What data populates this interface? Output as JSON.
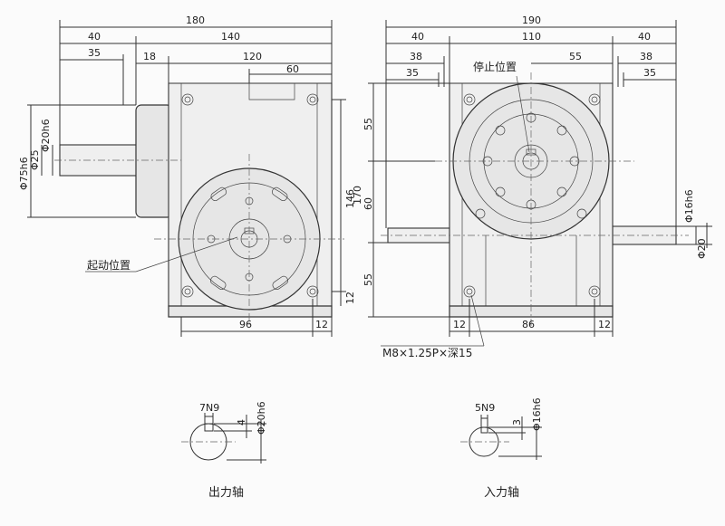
{
  "left_view": {
    "dims_top": [
      "180",
      "140",
      "40",
      "120",
      "35",
      "18",
      "60"
    ],
    "dims_left": [
      "Φ75h6",
      "Φ25",
      "Φ20h6"
    ],
    "dims_right": [
      "146",
      "12"
    ],
    "dims_bottom": [
      "96",
      "12"
    ],
    "label_start": "起动位置"
  },
  "right_view": {
    "dims_top": [
      "190",
      "40",
      "110",
      "40",
      "38",
      "55",
      "38",
      "35",
      "35"
    ],
    "dims_left": [
      "55",
      "170",
      "60",
      "55"
    ],
    "dims_right": [
      "Φ16h6",
      "Φ20"
    ],
    "dims_bottom": [
      "12",
      "86",
      "12"
    ],
    "label_stop": "停止位置",
    "label_hole": "M8×1.25P×深15"
  },
  "output_shaft": {
    "key": "7N9",
    "depth": "4",
    "dia": "Φ20h6",
    "caption": "出力轴"
  },
  "input_shaft": {
    "key": "5N9",
    "depth": "3",
    "dia": "Φ16h6",
    "caption": "入力轴"
  }
}
